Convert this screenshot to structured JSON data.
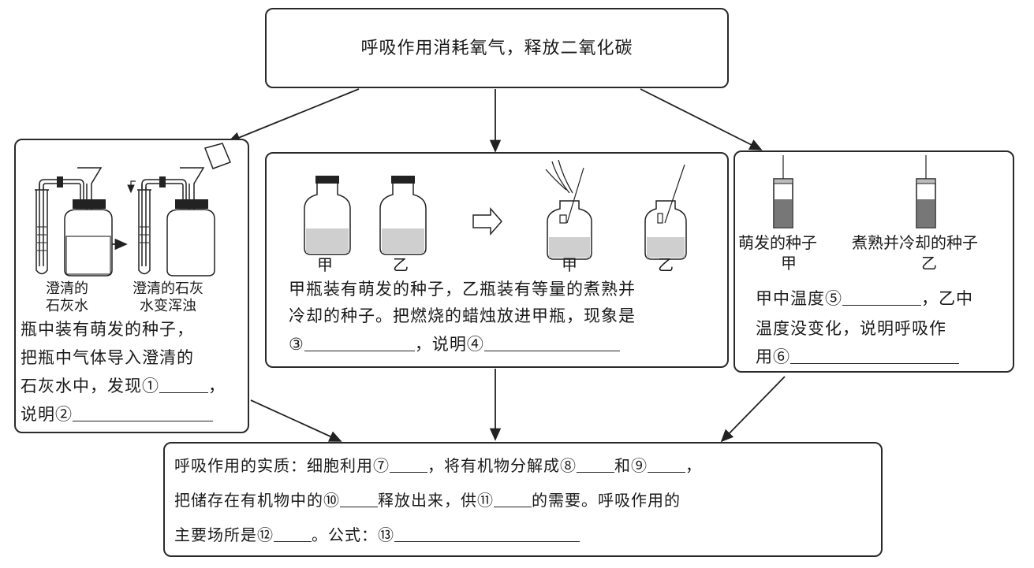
{
  "top": {
    "title": "呼吸作用消耗氧气，释放二氧化碳"
  },
  "left_panel": {
    "captions": [
      "澄清的",
      "石灰水",
      "澄清的石灰",
      "水变浑浊"
    ],
    "lines": [
      "瓶中装有萌发的种子，",
      "把瓶中气体导入澄清的",
      "石灰水中，发现①",
      "，",
      "说明②"
    ]
  },
  "middle_panel": {
    "labels": [
      "甲",
      "乙",
      "甲",
      "乙"
    ],
    "lines": [
      "甲瓶装有萌发的种子，乙瓶装有等量的煮熟并",
      "冷却的种子。把燃烧的蜡烛放进甲瓶，现象是",
      "③",
      "，说明④"
    ]
  },
  "right_panel": {
    "captions": [
      "萌发的种子",
      "煮熟并冷却的种子",
      "甲",
      "乙"
    ],
    "lines": [
      "甲中温度⑤",
      "，乙中",
      "温度没变化，说明呼吸作",
      "用⑥"
    ]
  },
  "bottom": {
    "line1": [
      "呼吸作用的实质：细胞利用⑦",
      "，将有机物分解成⑧",
      "和⑨",
      "，"
    ],
    "line2": [
      "把储存在有机物中的⑩",
      "释放出来，供⑪",
      "的需要。呼吸作用的"
    ],
    "line3": [
      "主要场所是⑫",
      "。公式：⑬"
    ]
  }
}
